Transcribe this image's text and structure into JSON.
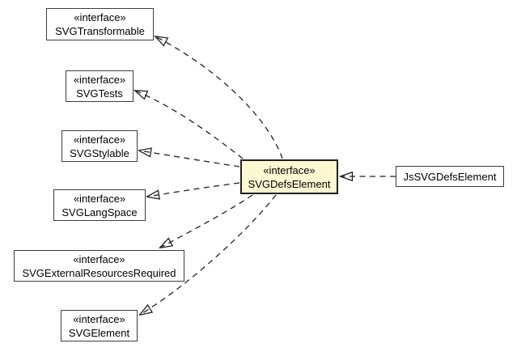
{
  "diagram": {
    "kind": "uml-class-diagram",
    "stereotype_glyph": "guillemets",
    "nodes": {
      "svgtransformable": {
        "stereotype": "«interface»",
        "name": "SVGTransformable"
      },
      "svgtests": {
        "stereotype": "«interface»",
        "name": "SVGTests"
      },
      "svgstylable": {
        "stereotype": "«interface»",
        "name": "SVGStylable"
      },
      "svglangspace": {
        "stereotype": "«interface»",
        "name": "SVGLangSpace"
      },
      "svgexternalresourcesrequired": {
        "stereotype": "«interface»",
        "name": "SVGExternalResourcesRequired"
      },
      "svgelement": {
        "stereotype": "«interface»",
        "name": "SVGElement"
      },
      "svgdefselement": {
        "stereotype": "«interface»",
        "name": "SVGDefsElement",
        "highlighted": true
      },
      "jssvgdefselement": {
        "name": "JsSVGDefsElement"
      }
    },
    "relationships": [
      {
        "from": "SVGDefsElement",
        "to": "SVGTransformable",
        "type": "implements",
        "line": "dashed",
        "arrowhead": "hollow-triangle"
      },
      {
        "from": "SVGDefsElement",
        "to": "SVGTests",
        "type": "implements",
        "line": "dashed",
        "arrowhead": "hollow-triangle"
      },
      {
        "from": "SVGDefsElement",
        "to": "SVGStylable",
        "type": "implements",
        "line": "dashed",
        "arrowhead": "hollow-triangle"
      },
      {
        "from": "SVGDefsElement",
        "to": "SVGLangSpace",
        "type": "implements",
        "line": "dashed",
        "arrowhead": "hollow-triangle"
      },
      {
        "from": "SVGDefsElement",
        "to": "SVGExternalResourcesRequired",
        "type": "implements",
        "line": "dashed",
        "arrowhead": "hollow-triangle"
      },
      {
        "from": "SVGDefsElement",
        "to": "SVGElement",
        "type": "implements",
        "line": "dashed",
        "arrowhead": "hollow-triangle"
      },
      {
        "from": "JsSVGDefsElement",
        "to": "SVGDefsElement",
        "type": "implements",
        "line": "dashed",
        "arrowhead": "hollow-triangle"
      }
    ],
    "colors": {
      "background": "#ffffff",
      "node_fill": "#ffffff",
      "highlight_fill": "#fcf8d2",
      "border": "#3d3d3d",
      "highlight_border": "#1f1f1f",
      "edge": "#222222",
      "text": "#000000"
    }
  }
}
